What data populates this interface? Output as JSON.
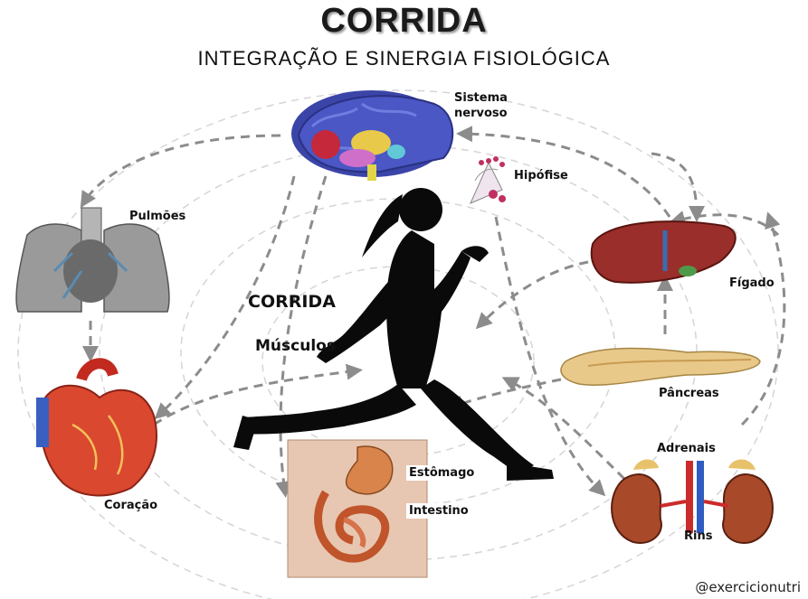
{
  "header": {
    "title": "CORRIDA",
    "subtitle": "INTEGRAÇÃO E SINERGIA FISIOLÓGICA"
  },
  "center": {
    "title": "CORRIDA",
    "subtitle": "Músculos"
  },
  "organs": {
    "brain": "Sistema\nnervoso",
    "pituitary": "Hipófise",
    "lungs": "Pulmões",
    "liver": "Fígado",
    "heart": "Coração",
    "pancreas": "Pâncreas",
    "adrenals": "Adrenais",
    "kidneys": "Rins",
    "stomach": "Estômago",
    "intestine": "Intestino"
  },
  "credit": "@exercicionutri",
  "colors": {
    "silhouette": "#0a0a0a",
    "arrows": "#8c8c8c",
    "circles": "#d0d0d0"
  }
}
